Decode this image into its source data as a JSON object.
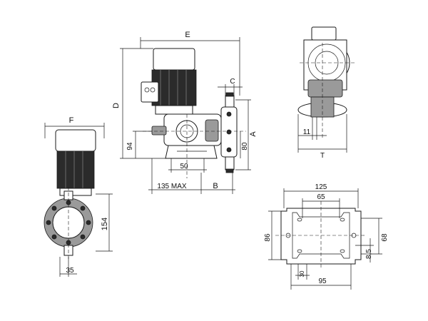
{
  "dimensions": {
    "E": "E",
    "D": "D",
    "C": "C",
    "A": "A",
    "F": "F",
    "B": "B",
    "T": "T",
    "d94": "94",
    "d50": "50",
    "d80": "80",
    "d135": "135 MAX",
    "d154": "154",
    "d35": "35",
    "d11": "11",
    "d125": "125",
    "d65": "65",
    "d86": "86",
    "d68": "68",
    "d8_5": "8,5",
    "d30": "30",
    "d95": "95"
  }
}
